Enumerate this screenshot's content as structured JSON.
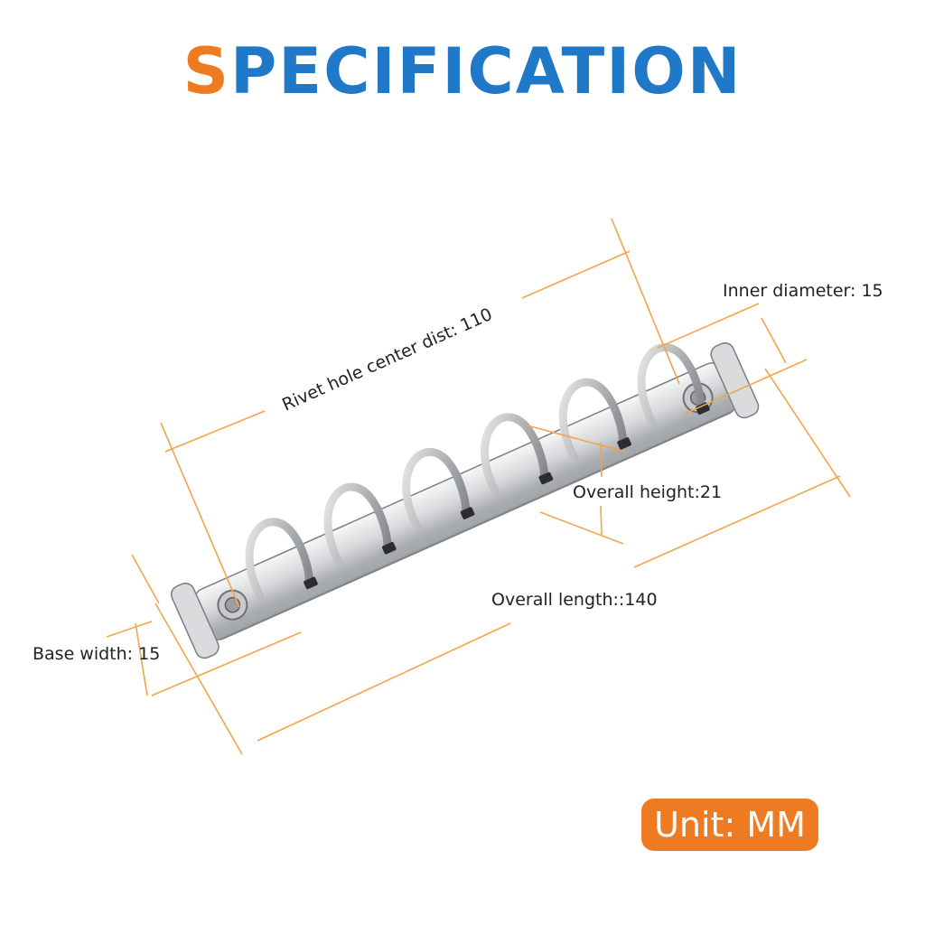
{
  "title": {
    "first_letter": "S",
    "rest": "PECIFICATION"
  },
  "colors": {
    "accent_orange": "#ee7a22",
    "title_blue": "#1f78c8",
    "dimension_line": "#f0a64a"
  },
  "dimensions": {
    "rivet_hole": "Rivet hole center dist:  110",
    "inner_diameter": "Inner diameter:  15",
    "overall_height": "Overall height:21",
    "overall_length": "Overall length::140",
    "base_width": "Base width:  15"
  },
  "unit": "Unit: MM"
}
